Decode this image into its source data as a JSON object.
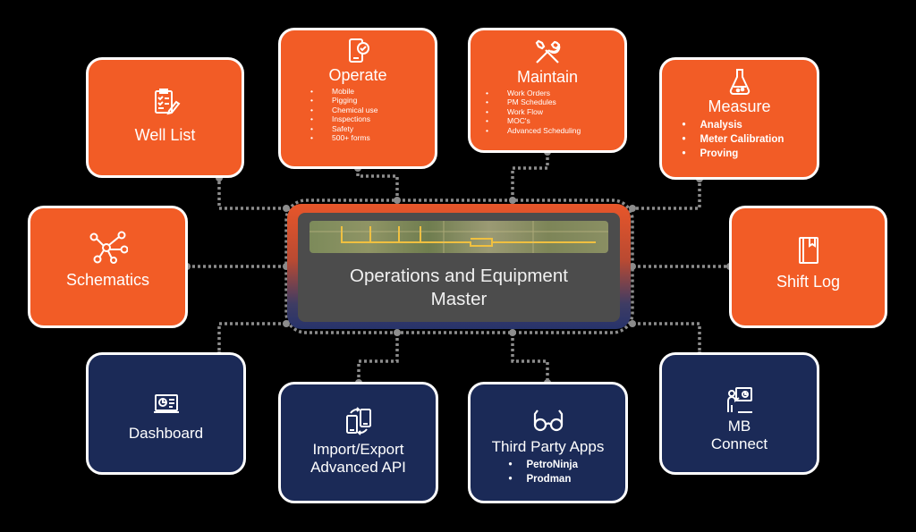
{
  "center": {
    "title_line1": "Operations and Equipment",
    "title_line2": "Master"
  },
  "modules": {
    "well_list": {
      "title": "Well List",
      "icon": "clipboard-checklist-icon",
      "color": "#f25c26"
    },
    "operate": {
      "title": "Operate",
      "icon": "mobile-check-icon",
      "color": "#f25c26",
      "items": [
        "Mobile",
        "Pigging",
        "Chemical use",
        "Inspections",
        "Safety",
        "500+ forms"
      ]
    },
    "maintain": {
      "title": "Maintain",
      "icon": "wrench-screwdriver-icon",
      "color": "#f25c26",
      "items": [
        "Work Orders",
        "PM Schedules",
        "Work Flow",
        "MOC's",
        "Advanced Scheduling"
      ]
    },
    "measure": {
      "title": "Measure",
      "icon": "flask-icon",
      "color": "#f25c26",
      "items": [
        "Analysis",
        "Meter Calibration",
        "Proving"
      ]
    },
    "schematics": {
      "title": "Schematics",
      "icon": "network-nodes-icon",
      "color": "#f25c26"
    },
    "shift_log": {
      "title": "Shift Log",
      "icon": "book-icon",
      "color": "#f25c26"
    },
    "dashboard": {
      "title": "Dashboard",
      "icon": "monitor-chart-icon",
      "color": "#1b2a57"
    },
    "import_export": {
      "title_line1": "Import/Export",
      "title_line2": "Advanced API",
      "icon": "phone-sync-icon",
      "color": "#1b2a57"
    },
    "third_party": {
      "title": "Third Party Apps",
      "icon": "glasses-icon",
      "color": "#1b2a57",
      "items": [
        "PetroNinja",
        "Prodman"
      ]
    },
    "mb_connect": {
      "title_line1": "MB",
      "title_line2": "Connect",
      "icon": "presenter-icon",
      "color": "#1b2a57"
    }
  }
}
